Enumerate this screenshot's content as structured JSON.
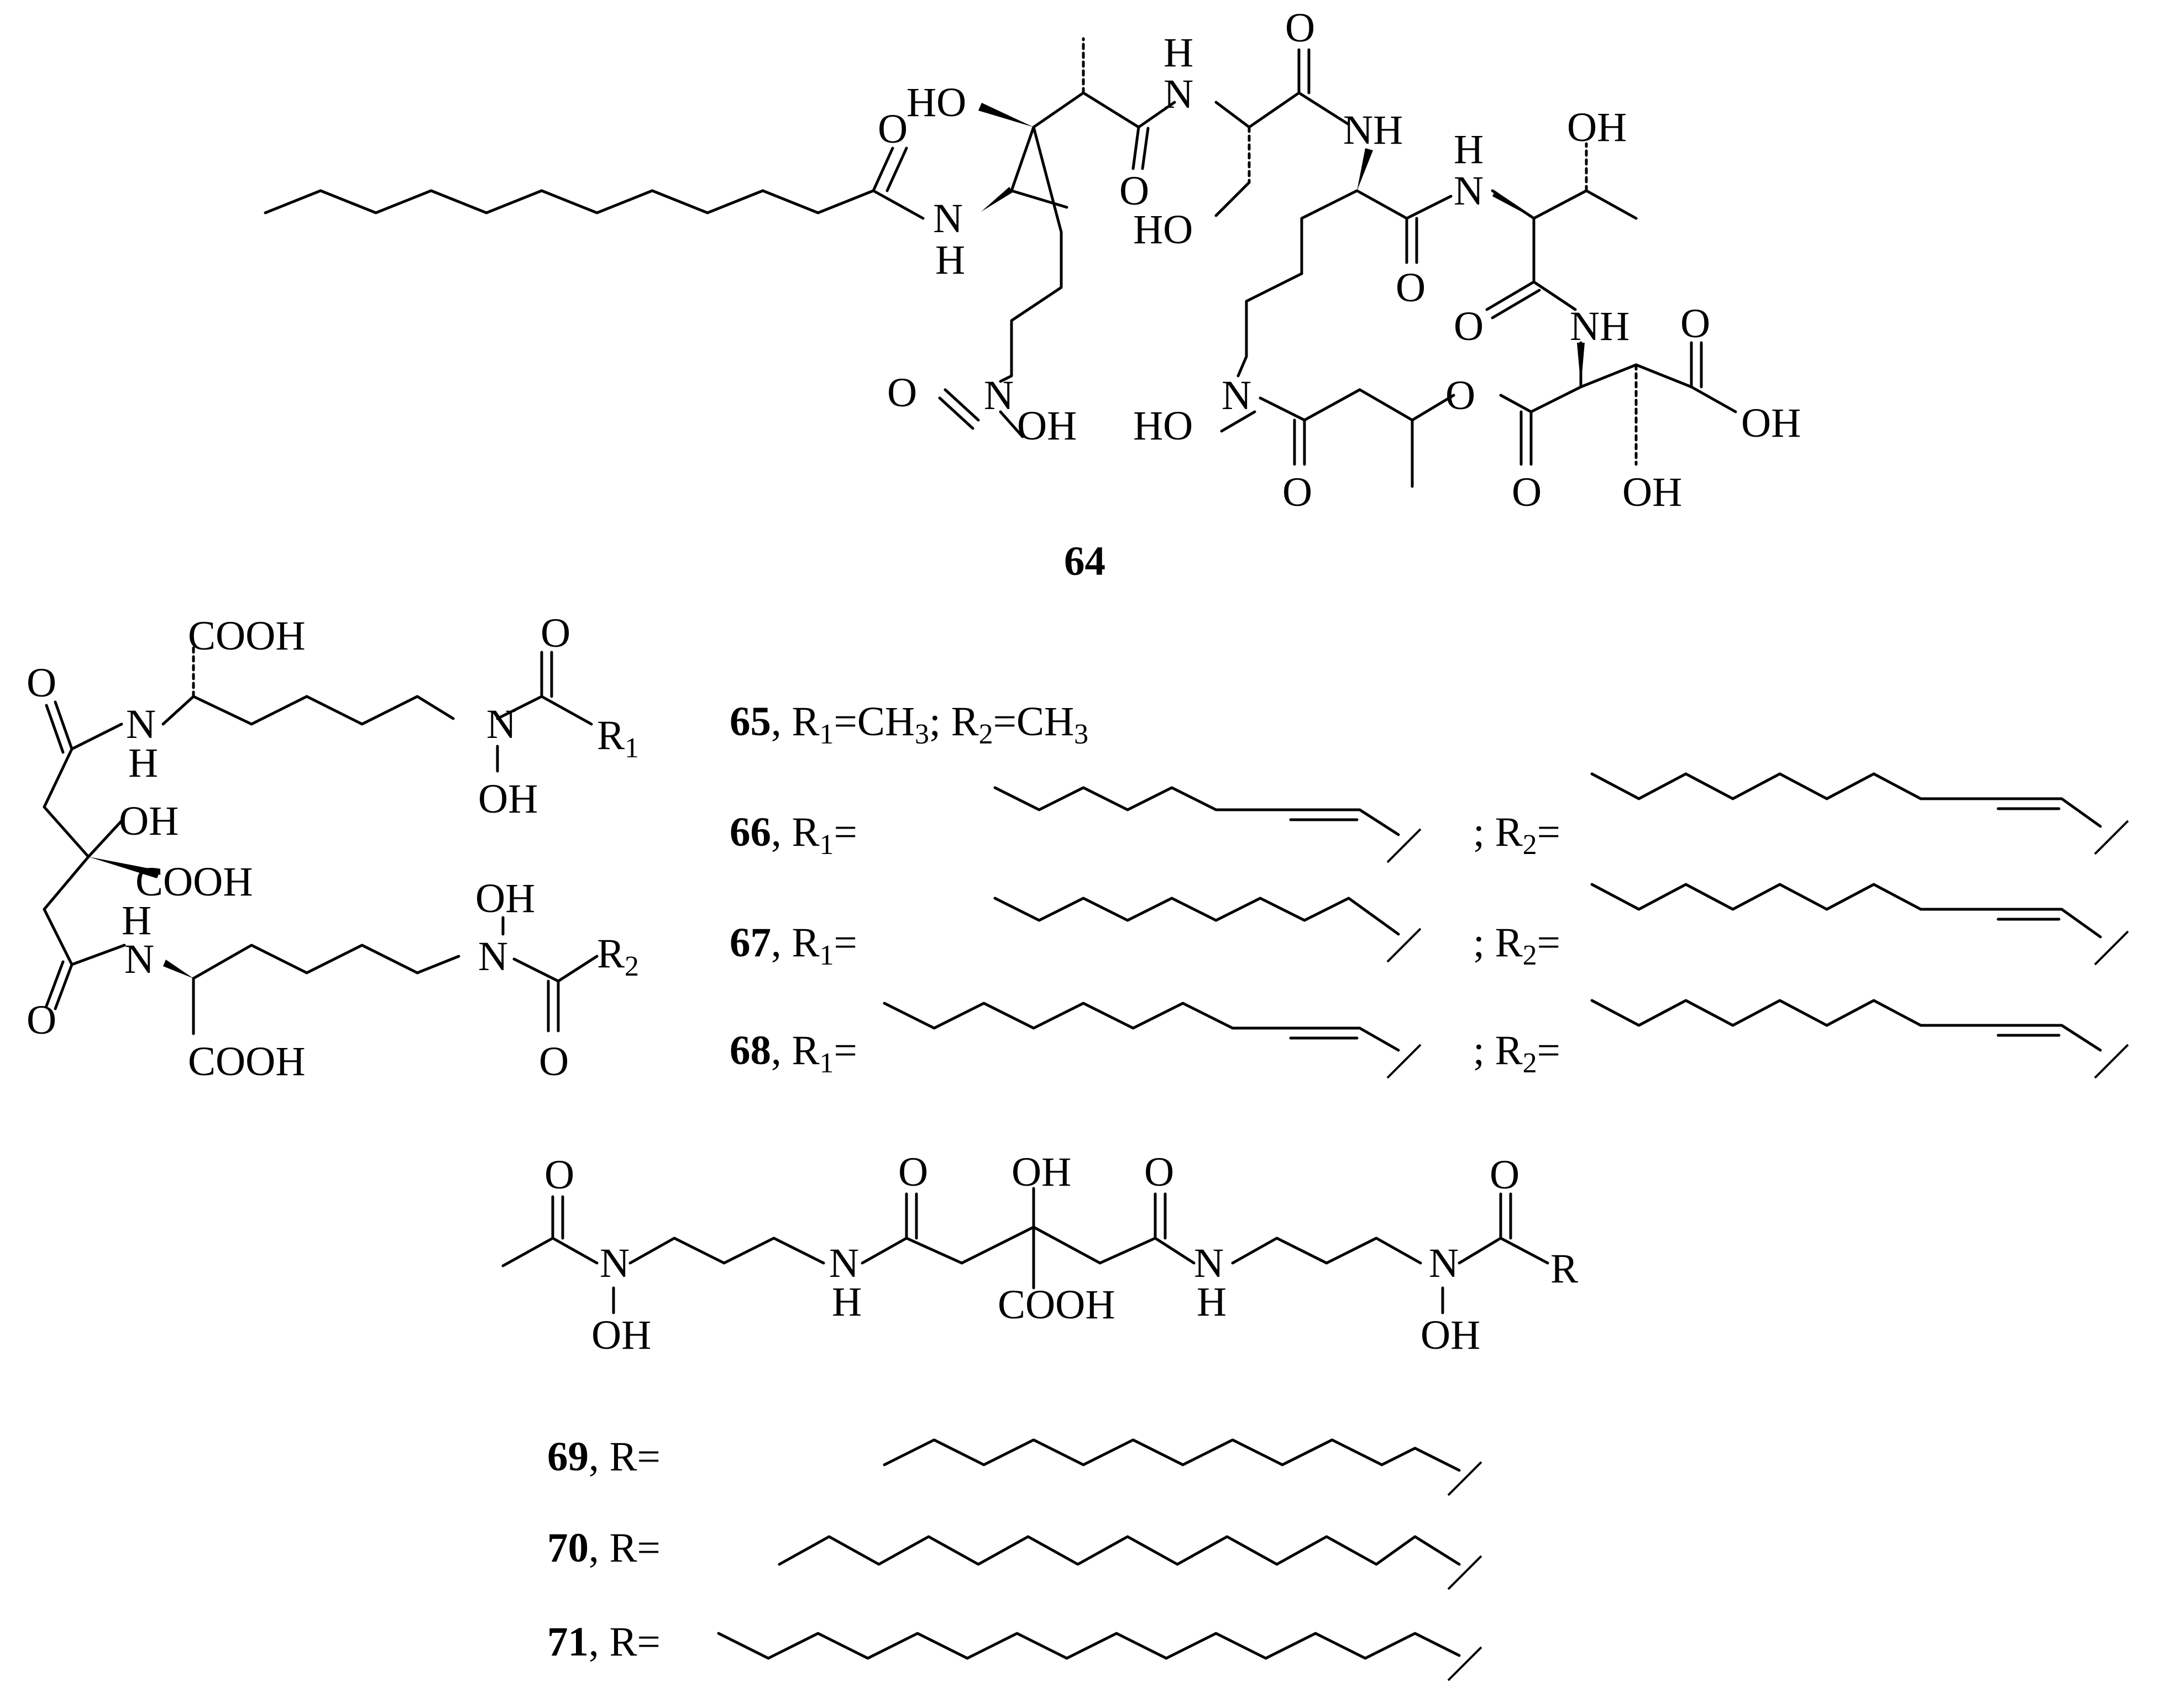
{
  "figure": {
    "compound_64": {
      "number": "64",
      "atoms": {
        "ho_top": "HO",
        "o_amide1": "O",
        "nh_amide1": "N",
        "h_amide1": "H",
        "o_lowamide": "O",
        "h_top_nh": "H",
        "n_top": "N",
        "o_top": "O",
        "nh_right": "NH",
        "ho_ser": "HO",
        "h_thr_nh": "H",
        "n_thr": "N",
        "oh_thr": "OH",
        "o_orn": "O",
        "o_thr": "O",
        "nh_asp": "NH",
        "o_acid": "O",
        "o_formyl": "O",
        "n_hydrox1": "N",
        "oh_1": "OH",
        "ho_2": "HO",
        "n_hydrox2": "N",
        "o_ester": "O",
        "oh_acid": "OH",
        "o_co1": "O",
        "o_co2": "O",
        "oh_asp": "OH"
      }
    },
    "core_65_68": {
      "atoms": {
        "cooh_top": "COOH",
        "o_left_top": "O",
        "n_top": "N",
        "h_top": "H",
        "o_acyl_top": "O",
        "n_hydrox_top": "N",
        "r1": "R",
        "r1_sub": "1",
        "oh_top": "OH",
        "oh_center": "OH",
        "cooh_center": "COOH",
        "h_bottom": "H",
        "n_bottom": "N",
        "oh_hydrox_bottom": "OH",
        "n_hydrox_bottom": "N",
        "r2": "R",
        "r2_sub": "2",
        "o_left_bottom": "O",
        "cooh_bottom": "COOH",
        "o_acyl_bottom": "O"
      }
    },
    "legend_65_68": [
      {
        "number": "65",
        "r1_text": ", R",
        "r1_sub": "1",
        "r1_eq": "=CH",
        "r1_eq_sub": "3",
        "sep": "; R",
        "r2_sub": "2",
        "r2_eq": "=CH",
        "r2_eq_sub": "3"
      },
      {
        "number": "66",
        "r1_text": ", R",
        "r1_sub": "1",
        "r1_eq": "=",
        "sep": "; R",
        "r2_sub": "2",
        "r2_eq": "="
      },
      {
        "number": "67",
        "r1_text": ", R",
        "r1_sub": "1",
        "r1_eq": "=",
        "sep": "; R",
        "r2_sub": "2",
        "r2_eq": "="
      },
      {
        "number": "68",
        "r1_text": ", R",
        "r1_sub": "1",
        "r1_eq": "=",
        "sep": "; R",
        "r2_sub": "2",
        "r2_eq": "="
      }
    ],
    "core_69_71": {
      "atoms": {
        "o_acetyl": "O",
        "n_left": "N",
        "oh_left": "OH",
        "nh_left": "N",
        "h_left": "H",
        "o_mid_left": "O",
        "oh_mid": "OH",
        "o_mid_right": "O",
        "cooh_mid": "COOH",
        "nh_right": "N",
        "h_right": "H",
        "o_right": "O",
        "n_right": "N",
        "oh_right": "OH",
        "r": "R"
      }
    },
    "legend_69_71": [
      {
        "number": "69",
        "text": ", R="
      },
      {
        "number": "70",
        "text": ", R="
      },
      {
        "number": "71",
        "text": ", R="
      }
    ]
  }
}
